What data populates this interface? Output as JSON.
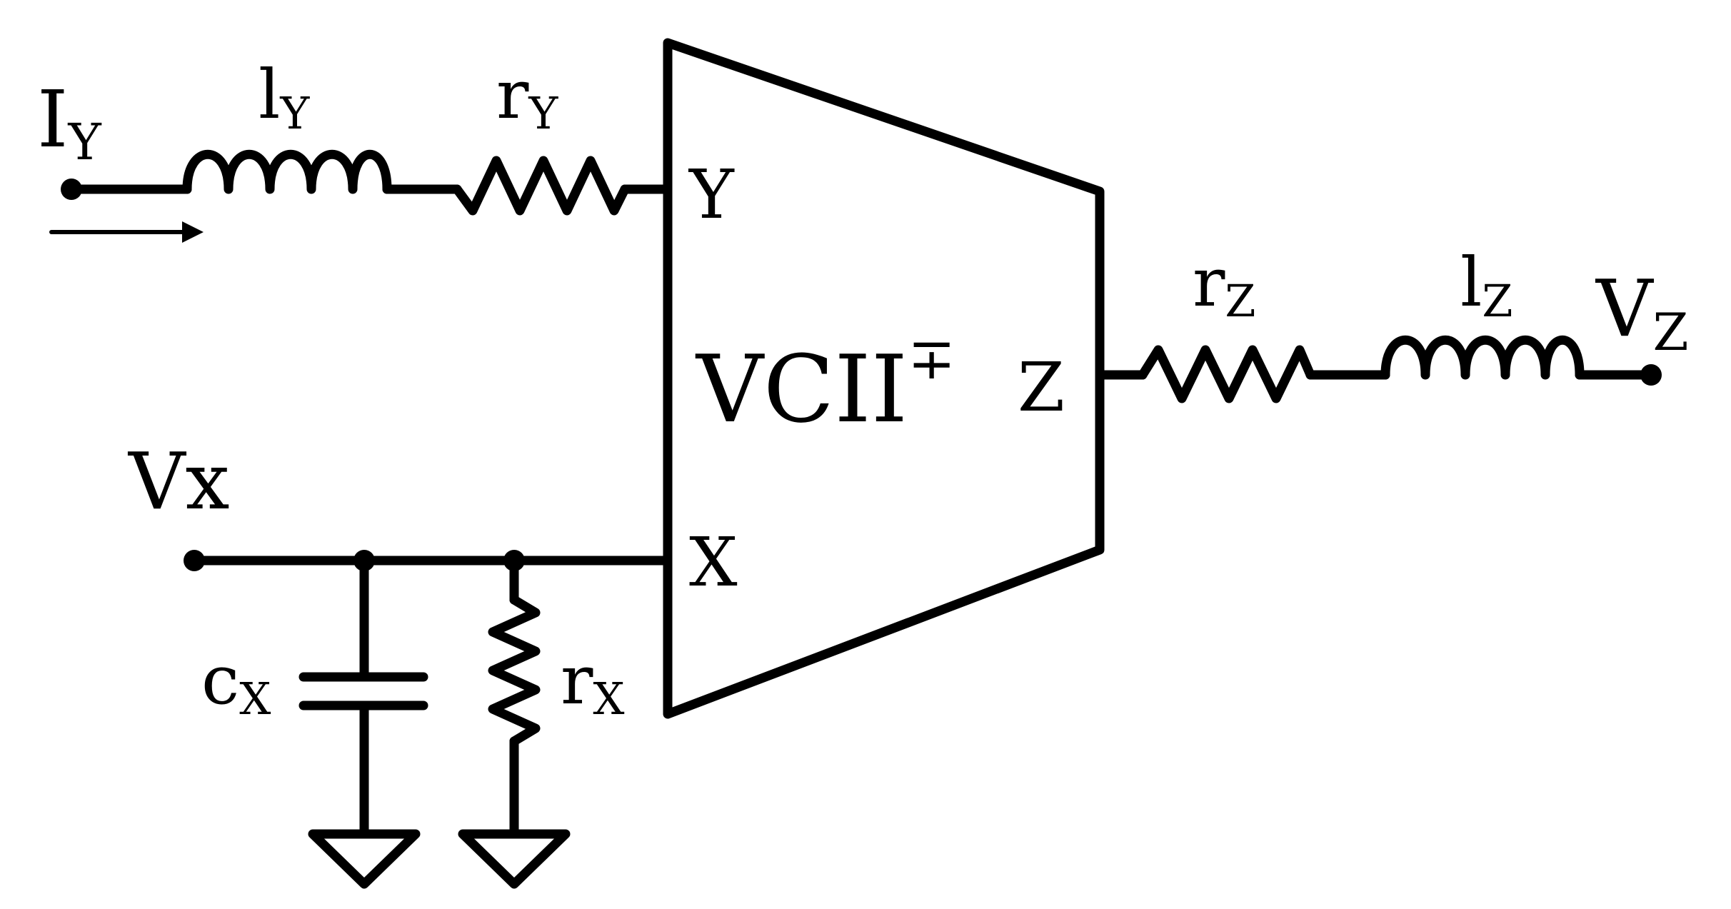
{
  "diagram": {
    "block": {
      "name": "VCII",
      "superscript": "∓",
      "ports": {
        "y": "Y",
        "x": "X",
        "z": "Z"
      }
    },
    "input_y": {
      "current_label": "I",
      "current_sub": "Y",
      "inductor_label": "l",
      "inductor_sub": "Y",
      "resistor_label": "r",
      "resistor_sub": "Y"
    },
    "input_x": {
      "voltage_label": "Vx",
      "capacitor_label": "c",
      "capacitor_sub": "X",
      "resistor_label": "r",
      "resistor_sub": "X"
    },
    "output_z": {
      "resistor_label": "r",
      "resistor_sub": "Z",
      "inductor_label": "l",
      "inductor_sub": "Z",
      "voltage_label": "V",
      "voltage_sub": "Z"
    },
    "colors": {
      "stroke": "#000000",
      "background": "#ffffff"
    }
  }
}
